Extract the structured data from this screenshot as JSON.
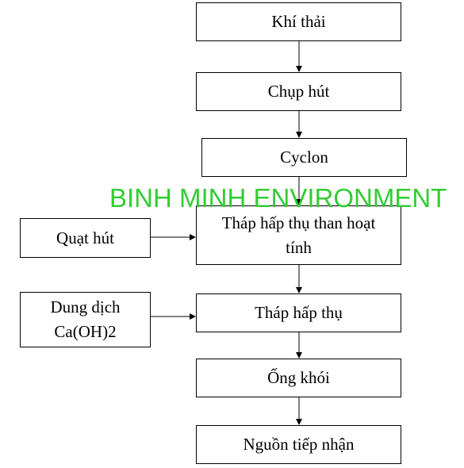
{
  "diagram": {
    "nodes": {
      "khi_thai": "Khí thải",
      "chup_hut": "Chụp hút",
      "cyclon": "Cyclon",
      "thap_than": "Tháp hấp thụ than hoạt tính",
      "thap_hap_thu": "Tháp hấp thụ",
      "ong_khoi": "Ống khói",
      "nguon_tiep_nhan": "Nguồn tiếp nhận",
      "quat_hut": "Quạt hút",
      "dung_dich": "Dung dịch Ca(OH)2"
    },
    "edges": [
      [
        "khi_thai",
        "chup_hut"
      ],
      [
        "chup_hut",
        "cyclon"
      ],
      [
        "cyclon",
        "thap_than"
      ],
      [
        "quat_hut",
        "thap_than"
      ],
      [
        "thap_than",
        "thap_hap_thu"
      ],
      [
        "dung_dich",
        "thap_hap_thu"
      ],
      [
        "thap_hap_thu",
        "ong_khoi"
      ],
      [
        "ong_khoi",
        "nguon_tiep_nhan"
      ]
    ],
    "line_color": "#000000"
  },
  "watermark": {
    "text": "BINH MINH ENVIRONMENT",
    "color": "#33cc33"
  }
}
